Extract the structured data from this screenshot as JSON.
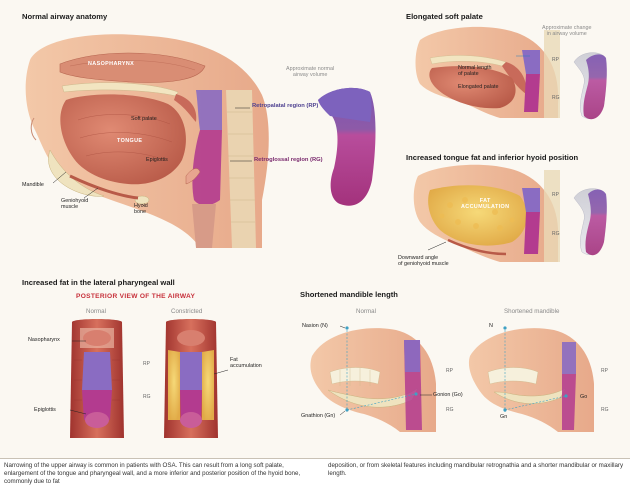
{
  "panels": {
    "normal": {
      "title": "Normal airway anatomy",
      "labels": {
        "nasopharynx": "NASOPHARYNX",
        "soft_palate": "Soft palate",
        "tongue": "TONGUE",
        "epiglottis": "Epiglottis",
        "mandible": "Mandible",
        "geniohyoid": "Geniohyoid\nmuscle",
        "hyoid": "Hyoid\nbone",
        "rp": "Retropalatal region (RP)",
        "rg": "Retroglossal region (RG)",
        "volume": "Approximate normal\nairway volume"
      }
    },
    "elongated": {
      "title": "Elongated soft palate",
      "labels": {
        "volume": "Approximate change\nin airway volume",
        "normal_length": "Normal length\nof palate",
        "elongated": "Elongated palate",
        "rp": "RP",
        "rg": "RG"
      }
    },
    "tongue_fat": {
      "title": "Increased tongue fat and inferior hyoid position",
      "labels": {
        "fat": "FAT\nACCUMULATION",
        "downward": "Downward angle\nof geniohyoid muscle",
        "rp": "RP",
        "rg": "RG"
      }
    },
    "lateral": {
      "title": "Increased fat in the lateral pharyngeal wall",
      "subtitle": "POSTERIOR VIEW OF THE AIRWAY",
      "col_normal": "Normal",
      "col_constricted": "Constricted",
      "labels": {
        "nasopharynx": "Nasopharynx",
        "epiglottis": "Epiglottis",
        "fat": "Fat\naccumulation",
        "rp": "RP",
        "rg": "RG"
      }
    },
    "mandible": {
      "title": "Shortened mandible length",
      "col_normal": "Normal",
      "col_shortened": "Shortened mandible",
      "labels": {
        "nasion": "Nasion (N)",
        "gonion": "Gonion (Go)",
        "gnathion": "Gnathion (Gn)",
        "n": "N",
        "go": "Go",
        "gn": "Gn",
        "rp": "RP",
        "rg": "RG"
      }
    }
  },
  "caption": {
    "left": "Narrowing of the upper airway is common in patients with OSA. This can result from a long soft palate, enlargement of the tongue and pharyngeal wall, and a more inferior and posterior position of the hyoid bone, commonly due to fat",
    "right": "deposition, or from skeletal features including mandibular retrognathia and a shorter mandibular or maxillary length."
  },
  "colors": {
    "tissue": "#e8a286",
    "muscle": "#c96a55",
    "bone": "#f1e6c4",
    "rp_region": "#8a6cc2",
    "rg_region": "#b33b8f",
    "airway_volume_purple": "#8d5aa8",
    "airway_volume_magenta": "#b03a86",
    "fat": "#f0c865",
    "posterior_title": "#c7303a"
  }
}
